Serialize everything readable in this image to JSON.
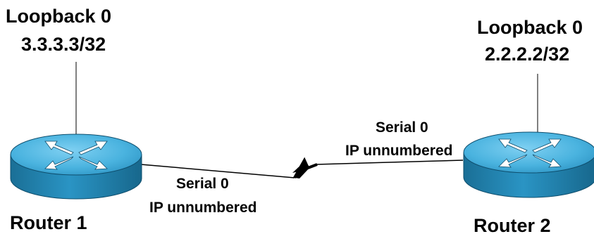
{
  "router1": {
    "name": "Router 1",
    "loopback_label": "Loopback 0",
    "loopback_address": "3.3.3.3/32",
    "serial_label": "Serial 0",
    "serial_mode": "IP unnumbered"
  },
  "router2": {
    "name": "Router 2",
    "loopback_label": "Loopback 0",
    "loopback_address": "2.2.2.2/32",
    "serial_label": "Serial 0",
    "serial_mode": "IP unnumbered"
  },
  "colors": {
    "router_top": "#4ab3df",
    "router_side": "#1f7faa",
    "router_outline": "#0f4f6e",
    "line": "#000000",
    "arrow": "#ffffff",
    "background": "#ffffff"
  }
}
